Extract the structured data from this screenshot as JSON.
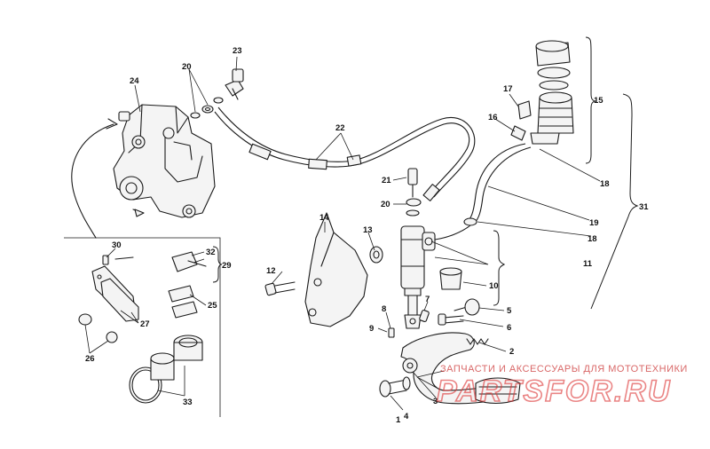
{
  "diagram": {
    "labels": {
      "l1": "1",
      "l2": "2",
      "l3": "3",
      "l4": "4",
      "l5": "5",
      "l6": "6",
      "l7": "7",
      "l8": "8",
      "l9": "9",
      "l10": "10",
      "l11": "11",
      "l12": "12",
      "l13": "13",
      "l14": "14",
      "l15": "15",
      "l16": "16",
      "l17": "17",
      "l18a": "18",
      "l18b": "18",
      "l19": "19",
      "l20a": "20",
      "l20b": "20",
      "l21": "21",
      "l22": "22",
      "l23": "23",
      "l24": "24",
      "l25": "25",
      "l26": "26",
      "l27": "27",
      "l29": "29",
      "l30": "30",
      "l31": "31",
      "l32": "32",
      "l33": "33"
    }
  },
  "watermark": {
    "text": "ЗАПЧАСТИ И АКСЕССУАРЫ ДЛЯ МОТОТЕХНИКИ",
    "logo": "PARTSFOR.RU",
    "color": "#cc3333"
  }
}
